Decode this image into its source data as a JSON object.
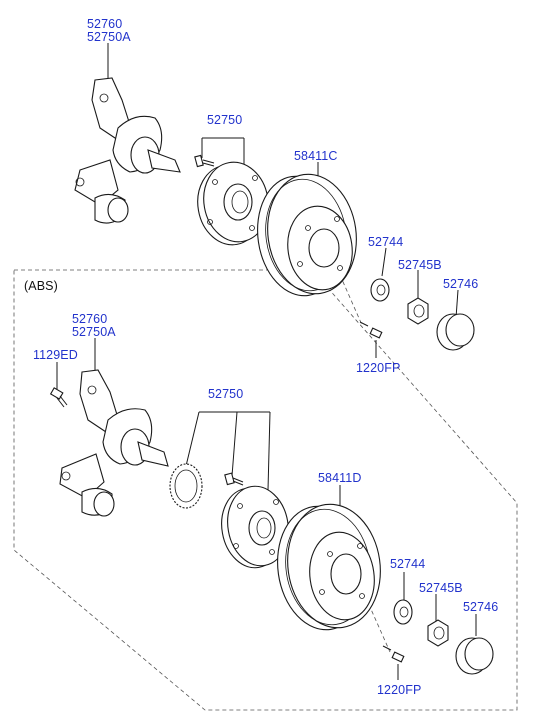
{
  "top_group": {
    "knuckle_code_1": "52760",
    "knuckle_code_2": "52750A",
    "hub_code": "52750",
    "drum_code": "58411C",
    "washer_code": "52744",
    "nut_code": "52745B",
    "cap_code": "52746",
    "bolt_code": "1220FP"
  },
  "abs_group": {
    "frame_label": "(ABS)",
    "knuckle_code_1": "52760",
    "knuckle_code_2": "52750A",
    "bolt_left_code": "1129ED",
    "hub_code": "52750",
    "drum_code": "58411D",
    "washer_code": "52744",
    "nut_code": "52745B",
    "cap_code": "52746",
    "bolt_code": "1220FP"
  },
  "colors": {
    "label": "#2233cc",
    "line": "#1a1a1a",
    "frame": "#555555"
  }
}
